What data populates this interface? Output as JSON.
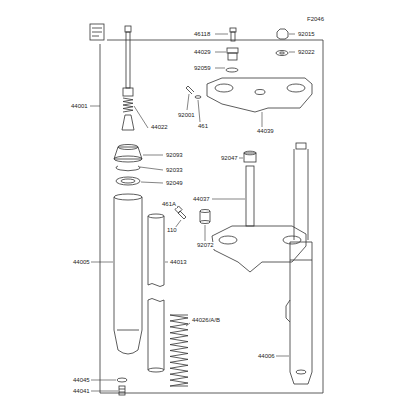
{
  "diagram": {
    "labels": [
      "F2046",
      "44001",
      "44022",
      "46118",
      "44029",
      "92015",
      "92022",
      "92059",
      "92001",
      "461",
      "44039",
      "92093",
      "92033",
      "92049",
      "92047",
      "44037",
      "461A",
      "110",
      "92072",
      "44005",
      "44013",
      "44026/A/B",
      "44006",
      "44045",
      "44041"
    ]
  }
}
